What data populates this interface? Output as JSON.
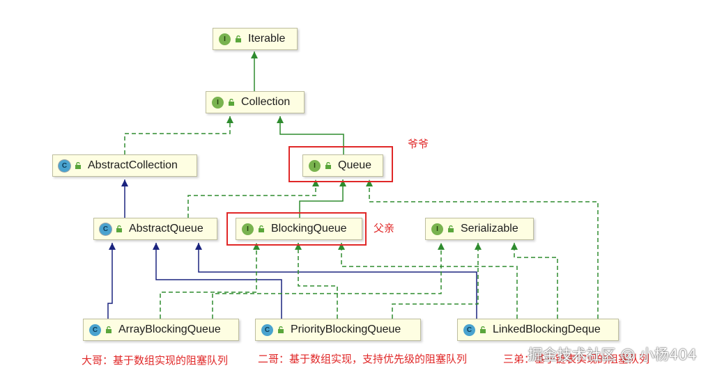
{
  "nodes": {
    "iterable": {
      "label": "Iterable",
      "kind": "I"
    },
    "collection": {
      "label": "Collection",
      "kind": "I"
    },
    "abstract_collection": {
      "label": "AbstractCollection",
      "kind": "C"
    },
    "queue": {
      "label": "Queue",
      "kind": "I"
    },
    "abstract_queue": {
      "label": "AbstractQueue",
      "kind": "C"
    },
    "blocking_queue": {
      "label": "BlockingQueue",
      "kind": "I"
    },
    "serializable": {
      "label": "Serializable",
      "kind": "I"
    },
    "array_blocking_queue": {
      "label": "ArrayBlockingQueue",
      "kind": "C"
    },
    "priority_blocking_queue": {
      "label": "PriorityBlockingQueue",
      "kind": "C"
    },
    "linked_blocking_deque": {
      "label": "LinkedBlockingDeque",
      "kind": "C"
    }
  },
  "annotations": {
    "grandpa": "爷爷",
    "father": "父亲",
    "big_brother": "大哥：基于数组实现的阻塞队列",
    "second_brother": "二哥：基于数组实现，支持优先级的阻塞队列",
    "third_brother": "三弟：基于链表实现的阻塞队列"
  },
  "watermark": "掘金技术社区 @ 小杨404",
  "colors": {
    "extends_interface": "#2e8b2e",
    "extends_class": "#1a237e",
    "implements": "#2e8b2e",
    "highlight": "#e02727",
    "node_fill": "#fefee2"
  },
  "edges": [
    {
      "from": "collection",
      "to": "iterable",
      "type": "extends_interface"
    },
    {
      "from": "abstract_collection",
      "to": "collection",
      "type": "implements"
    },
    {
      "from": "queue",
      "to": "collection",
      "type": "extends_interface"
    },
    {
      "from": "abstract_queue",
      "to": "abstract_collection",
      "type": "extends_class"
    },
    {
      "from": "abstract_queue",
      "to": "queue",
      "type": "implements"
    },
    {
      "from": "blocking_queue",
      "to": "queue",
      "type": "extends_interface"
    },
    {
      "from": "linked_blocking_deque",
      "to": "queue",
      "type": "implements"
    },
    {
      "from": "array_blocking_queue",
      "to": "abstract_queue",
      "type": "extends_class"
    },
    {
      "from": "priority_blocking_queue",
      "to": "abstract_queue",
      "type": "extends_class"
    },
    {
      "from": "linked_blocking_deque",
      "to": "abstract_queue",
      "type": "extends_class"
    },
    {
      "from": "array_blocking_queue",
      "to": "blocking_queue",
      "type": "implements"
    },
    {
      "from": "priority_blocking_queue",
      "to": "blocking_queue",
      "type": "implements"
    },
    {
      "from": "linked_blocking_deque",
      "to": "blocking_queue",
      "type": "implements"
    },
    {
      "from": "array_blocking_queue",
      "to": "serializable",
      "type": "implements"
    },
    {
      "from": "priority_blocking_queue",
      "to": "serializable",
      "type": "implements"
    },
    {
      "from": "linked_blocking_deque",
      "to": "serializable",
      "type": "implements"
    }
  ]
}
